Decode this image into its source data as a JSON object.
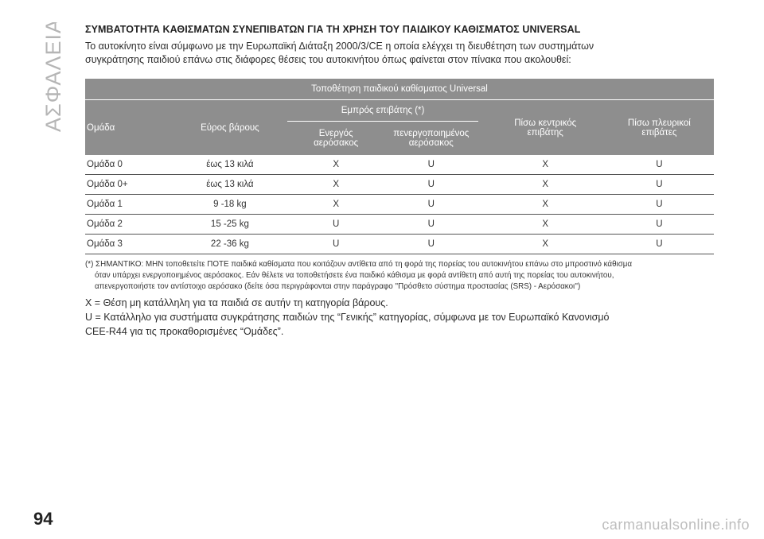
{
  "side_label": "ΑΣΦΑΛΕΙΑ",
  "page_number": "94",
  "watermark": "carmanualsonline.info",
  "heading": "ΣΥΜΒΑΤΟΤΗΤΑ ΚΑΘΙΣΜΑΤΩΝ ΣΥΝΕΠΙΒΑΤΩΝ ΓΙΑ ΤΗ ΧΡΗΣΗ ΤΟΥ ΠΑΙΔΙΚΟΥ ΚΑΘΙΣΜΑΤΟΣ UNIVERSAL",
  "intro": [
    "Το αυτοκίνητο είναι σύμφωνο με την Ευρωπαϊκή Διάταξη 2000/3/CE η οποία ελέγχει τη διευθέτηση των συστημάτων",
    "συγκράτησης παιδιού επάνω στις διάφορες θέσεις του αυτοκινήτου όπως φαίνεται στον πίνακα που ακολουθεί:"
  ],
  "table": {
    "title": "Τοποθέτηση παιδικού καθίσματος Universal",
    "col_group": "Ομάδα",
    "col_weight": "Εύρος βάρους",
    "col_front": "Εμπρός επιβάτης (*)",
    "col_front_active": [
      "Ενεργός",
      "αερόσακος"
    ],
    "col_front_inactive": [
      "πενεργοποιημένος",
      "αερόσακος"
    ],
    "col_rear_center": [
      "Πίσω κεντρικός",
      "επιβάτης"
    ],
    "col_rear_side": [
      "Πίσω πλευρικοί",
      "επιβάτες"
    ],
    "rows": [
      {
        "group": "Ομάδα 0",
        "weight": "έως 13 κιλά",
        "active": "X",
        "inactive": "U",
        "rear_center": "X",
        "rear_side": "U"
      },
      {
        "group": "Ομάδα 0+",
        "weight": "έως 13 κιλά",
        "active": "X",
        "inactive": "U",
        "rear_center": "X",
        "rear_side": "U"
      },
      {
        "group": "Ομάδα 1",
        "weight": "9 -18 kg",
        "active": "X",
        "inactive": "U",
        "rear_center": "X",
        "rear_side": "U"
      },
      {
        "group": "Ομάδα 2",
        "weight": "15 -25 kg",
        "active": "U",
        "inactive": "U",
        "rear_center": "X",
        "rear_side": "U"
      },
      {
        "group": "Ομάδα 3",
        "weight": "22 -36 kg",
        "active": "U",
        "inactive": "U",
        "rear_center": "X",
        "rear_side": "U"
      }
    ]
  },
  "note": [
    "(*) ΣΗΜΑΝΤΙΚΟ: ΜΗΝ τοποθετείτε ΠΟΤΕ παιδικά καθίσματα που κοιτάζουν αντίθετα από τη φορά της πορείας του αυτοκινήτου επάνω στο μπροστινό κάθισμα",
    "όταν υπάρχει ενεργοποιημένος αερόσακος. Εάν θέλετε να τοποθετήσετε ένα παιδικό κάθισμα με φορά αντίθετη από αυτή της πορείας του αυτοκινήτου,",
    "απενεργοποιήστε τον αντίστοιχο αερόσακο (δείτε όσα περιγράφονται στην παράγραφο ''Πρόσθετο σύστημα προστασίας (SRS) - Αερόσακοι'')"
  ],
  "legend": [
    "X = Θέση μη κατάλληλη για τα παιδιά σε αυτήν τη κατηγορία βάρους.",
    "U = Κατάλληλο για συστήματα συγκράτησης παιδιών της “Γενικής” κατηγορίας, σύμφωνα με τον Ευρωπαϊκό Κανονισμό",
    "CEE-R44 για τις προκαθορισμένες “Ομάδες”."
  ],
  "colors": {
    "table_header": "#8e8e8e",
    "side_label": "#b5b5b5"
  }
}
